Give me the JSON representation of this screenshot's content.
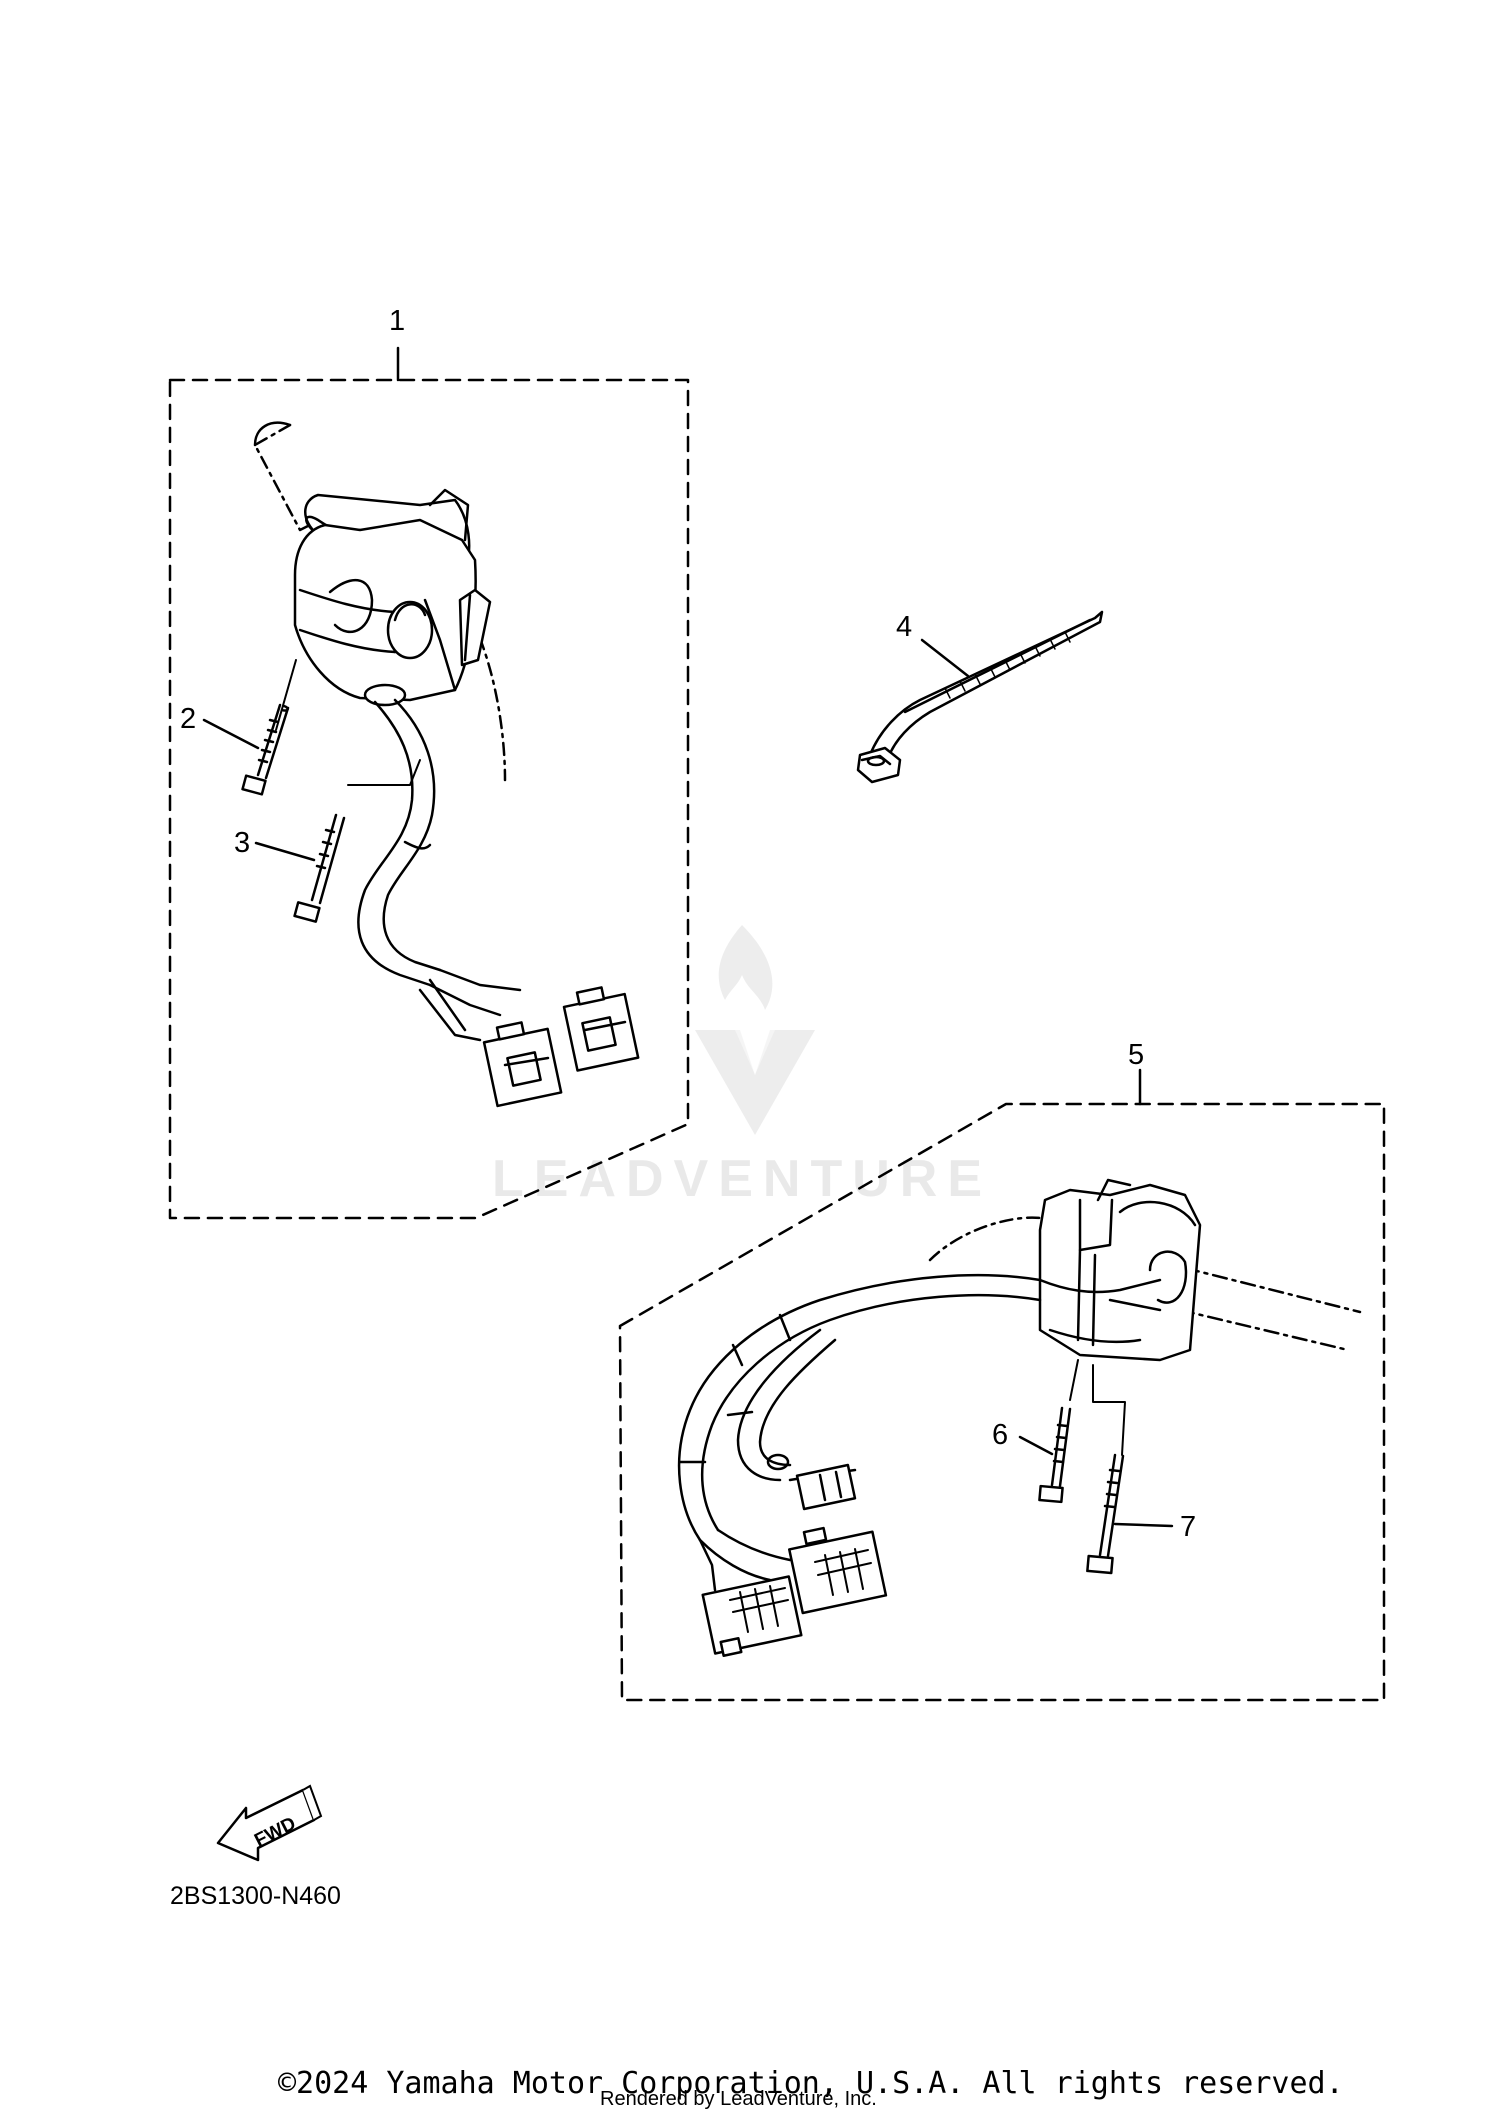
{
  "callouts": {
    "part1": "1",
    "part2": "2",
    "part3": "3",
    "part4": "4",
    "part5": "5",
    "part6": "6",
    "part7": "7"
  },
  "fwd_label": "FWD",
  "diagram_code": "2BS1300-N460",
  "watermark": {
    "brand": "LEADVENTURE",
    "logo_icon": "leadventure-flame-logo"
  },
  "footer": {
    "copyright": "©2024 Yamaha Motor Corporation, U.S.A. All rights reserved.",
    "rendered_by": "Rendered by LeadVenture, Inc."
  }
}
